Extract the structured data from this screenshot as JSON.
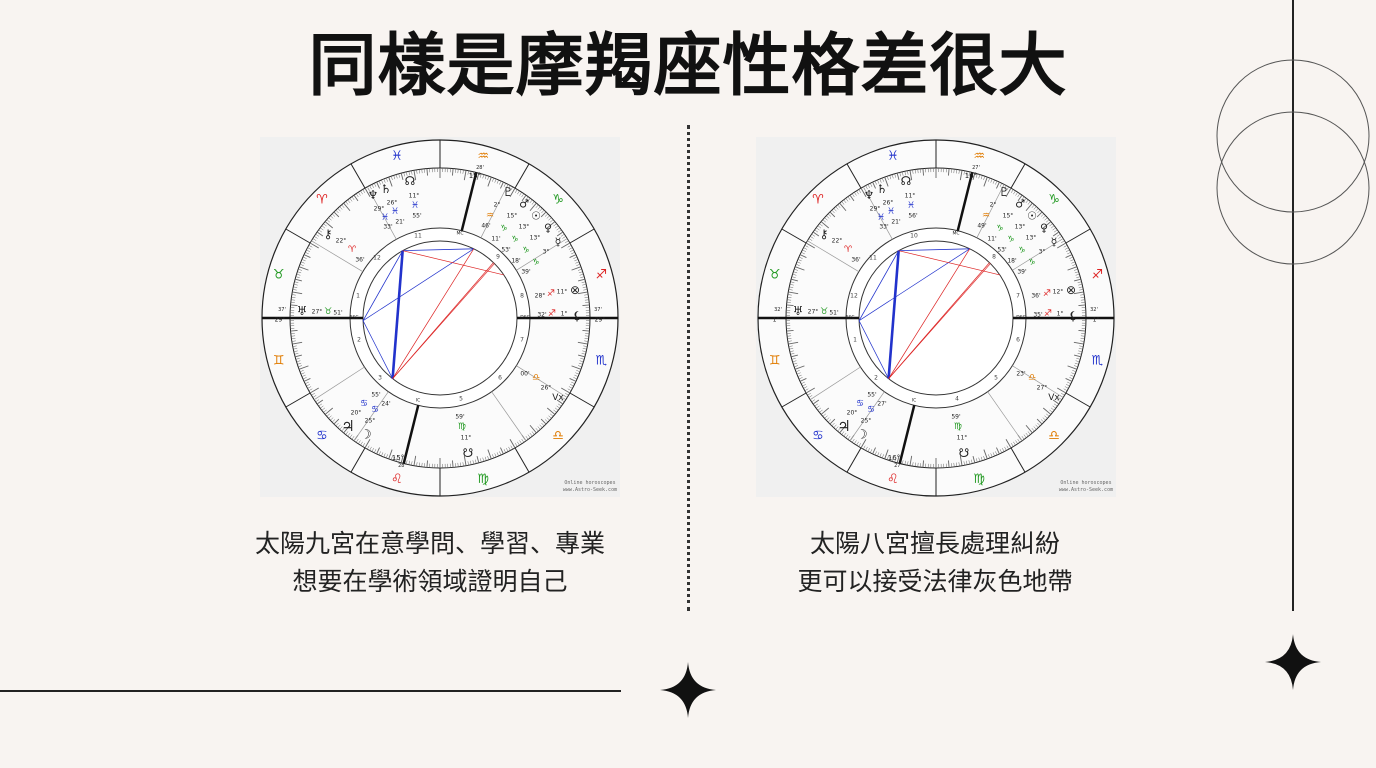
{
  "title": "同樣是摩羯座性格差很大",
  "colors": {
    "background": "#f8f4f1",
    "b": "#2233cc",
    "r": "#dd2222",
    "g": "#229922",
    "o": "#e07b00",
    "k": "#222222"
  },
  "zodiac_signs": [
    {
      "glyph": "♈",
      "c": "r"
    },
    {
      "glyph": "♉",
      "c": "g"
    },
    {
      "glyph": "♊",
      "c": "o"
    },
    {
      "glyph": "♋",
      "c": "b"
    },
    {
      "glyph": "♌",
      "c": "r"
    },
    {
      "glyph": "♍",
      "c": "g"
    },
    {
      "glyph": "♎",
      "c": "o"
    },
    {
      "glyph": "♏",
      "c": "b"
    },
    {
      "glyph": "♐",
      "c": "r"
    },
    {
      "glyph": "♑",
      "c": "g"
    },
    {
      "glyph": "♒",
      "c": "o"
    },
    {
      "glyph": "♓",
      "c": "b"
    }
  ],
  "charts": [
    {
      "watermark": [
        "Online horoscopes",
        "www.Astro-Seek.com"
      ],
      "angles": [
        "ASC",
        "DSC",
        "MC",
        "IC"
      ],
      "houses": [
        "11",
        "12",
        "1",
        "2",
        "3",
        "5",
        "6",
        "7",
        "8",
        "9"
      ],
      "labels": [
        {
          "t": "♆",
          "c": "k"
        },
        {
          "t": "♄",
          "c": "k"
        },
        {
          "t": "☊",
          "c": "k"
        },
        {
          "t": "26°",
          "c": "k"
        },
        {
          "t": "11°",
          "c": "k"
        },
        {
          "t": "29°",
          "c": "k"
        },
        {
          "t": "♓",
          "c": "b"
        },
        {
          "t": "♓",
          "c": "b"
        },
        {
          "t": "♓",
          "c": "b"
        },
        {
          "t": "33'",
          "c": "k"
        },
        {
          "t": "21'",
          "c": "k"
        },
        {
          "t": "55'",
          "c": "k"
        },
        {
          "t": "⚷",
          "c": "k"
        },
        {
          "t": "22°",
          "c": "k"
        },
        {
          "t": "♈",
          "c": "r"
        },
        {
          "t": "36'",
          "c": "k"
        },
        {
          "t": "♅",
          "c": "k"
        },
        {
          "t": "27°",
          "c": "k"
        },
        {
          "t": "♉",
          "c": "g"
        },
        {
          "t": "51'",
          "c": "k"
        },
        {
          "t": "29°",
          "c": "k"
        },
        {
          "t": "37'",
          "c": "k"
        },
        {
          "t": "28°",
          "c": "k"
        },
        {
          "t": "♐",
          "c": "r"
        },
        {
          "t": "11°",
          "c": "k"
        },
        {
          "t": "⊗",
          "c": "k"
        },
        {
          "t": "32'",
          "c": "k"
        },
        {
          "t": "♐",
          "c": "r"
        },
        {
          "t": "1°",
          "c": "k"
        },
        {
          "t": "⚸",
          "c": "k"
        },
        {
          "t": "29°",
          "c": "k"
        },
        {
          "t": "37'",
          "c": "k"
        },
        {
          "t": "♇",
          "c": "k"
        },
        {
          "t": "2°",
          "c": "k"
        },
        {
          "t": "♒",
          "c": "o"
        },
        {
          "t": "46'",
          "c": "k"
        },
        {
          "t": "♂",
          "c": "k"
        },
        {
          "t": "☉",
          "c": "k"
        },
        {
          "t": "♀",
          "c": "k"
        },
        {
          "t": "☿",
          "c": "k"
        },
        {
          "t": "15°",
          "c": "k"
        },
        {
          "t": "13°",
          "c": "k"
        },
        {
          "t": "13°",
          "c": "k"
        },
        {
          "t": "3°",
          "c": "k"
        },
        {
          "t": "♑",
          "c": "g"
        },
        {
          "t": "♑",
          "c": "g"
        },
        {
          "t": "♑",
          "c": "g"
        },
        {
          "t": "♑",
          "c": "g"
        },
        {
          "t": "11'",
          "c": "k"
        },
        {
          "t": "53'",
          "c": "k"
        },
        {
          "t": "18'",
          "c": "k"
        },
        {
          "t": "39'",
          "c": "k"
        },
        {
          "t": "15°",
          "c": "k"
        },
        {
          "t": "28'",
          "c": "k"
        },
        {
          "t": "15°",
          "c": "k"
        },
        {
          "t": "28'",
          "c": "k"
        },
        {
          "t": "00'",
          "c": "k"
        },
        {
          "t": "♎",
          "c": "o"
        },
        {
          "t": "26°",
          "c": "k"
        },
        {
          "t": "Vx",
          "c": "k"
        },
        {
          "t": "55'",
          "c": "k"
        },
        {
          "t": "♋",
          "c": "b"
        },
        {
          "t": "24'",
          "c": "k"
        },
        {
          "t": "20°",
          "c": "k"
        },
        {
          "t": "♋",
          "c": "b"
        },
        {
          "t": "25°",
          "c": "k"
        },
        {
          "t": "♃",
          "c": "k"
        },
        {
          "t": "☽",
          "c": "k"
        },
        {
          "t": "59'",
          "c": "k"
        },
        {
          "t": "♍",
          "c": "g"
        },
        {
          "t": "11°",
          "c": "k"
        },
        {
          "t": "☋",
          "c": "k"
        }
      ],
      "caption": [
        "太陽九宮在意學問、學習、專業",
        "想要在學術領域證明自己"
      ]
    },
    {
      "watermark": [
        "Online horoscopes",
        "www.Astro-Seek.com"
      ],
      "angles": [
        "ASC",
        "DSC",
        "MC",
        "IC"
      ],
      "houses": [
        "10",
        "11",
        "12",
        "1",
        "2",
        "4",
        "5",
        "6",
        "7",
        "8"
      ],
      "labels": [
        {
          "t": "♆",
          "c": "k"
        },
        {
          "t": "♄",
          "c": "k"
        },
        {
          "t": "☊",
          "c": "k"
        },
        {
          "t": "26°",
          "c": "k"
        },
        {
          "t": "11°",
          "c": "k"
        },
        {
          "t": "29°",
          "c": "k"
        },
        {
          "t": "♓",
          "c": "b"
        },
        {
          "t": "♓",
          "c": "b"
        },
        {
          "t": "♓",
          "c": "b"
        },
        {
          "t": "33'",
          "c": "k"
        },
        {
          "t": "21'",
          "c": "k"
        },
        {
          "t": "56'",
          "c": "k"
        },
        {
          "t": "⚷",
          "c": "k"
        },
        {
          "t": "22°",
          "c": "k"
        },
        {
          "t": "♈",
          "c": "r"
        },
        {
          "t": "36'",
          "c": "k"
        },
        {
          "t": "♅",
          "c": "k"
        },
        {
          "t": "27°",
          "c": "k"
        },
        {
          "t": "♉",
          "c": "g"
        },
        {
          "t": "51'",
          "c": "k"
        },
        {
          "t": "1°",
          "c": "k"
        },
        {
          "t": "32'",
          "c": "k"
        },
        {
          "t": "36'",
          "c": "k"
        },
        {
          "t": "♐",
          "c": "r"
        },
        {
          "t": "12°",
          "c": "k"
        },
        {
          "t": "⊗",
          "c": "k"
        },
        {
          "t": "35'",
          "c": "k"
        },
        {
          "t": "♐",
          "c": "r"
        },
        {
          "t": "1°",
          "c": "k"
        },
        {
          "t": "⚸",
          "c": "k"
        },
        {
          "t": "1°",
          "c": "k"
        },
        {
          "t": "32'",
          "c": "k"
        },
        {
          "t": "♇",
          "c": "k"
        },
        {
          "t": "2°",
          "c": "k"
        },
        {
          "t": "♒",
          "c": "o"
        },
        {
          "t": "49'",
          "c": "k"
        },
        {
          "t": "♂",
          "c": "k"
        },
        {
          "t": "☉",
          "c": "k"
        },
        {
          "t": "♀",
          "c": "k"
        },
        {
          "t": "☿",
          "c": "k"
        },
        {
          "t": "15°",
          "c": "k"
        },
        {
          "t": "13°",
          "c": "k"
        },
        {
          "t": "13°",
          "c": "k"
        },
        {
          "t": "3°",
          "c": "k"
        },
        {
          "t": "♑",
          "c": "g"
        },
        {
          "t": "♑",
          "c": "g"
        },
        {
          "t": "♑",
          "c": "g"
        },
        {
          "t": "♑",
          "c": "g"
        },
        {
          "t": "11'",
          "c": "k"
        },
        {
          "t": "53'",
          "c": "k"
        },
        {
          "t": "18'",
          "c": "k"
        },
        {
          "t": "39'",
          "c": "k"
        },
        {
          "t": "16°",
          "c": "k"
        },
        {
          "t": "27'",
          "c": "k"
        },
        {
          "t": "16°",
          "c": "k"
        },
        {
          "t": "27'",
          "c": "k"
        },
        {
          "t": "23'",
          "c": "k"
        },
        {
          "t": "♎",
          "c": "o"
        },
        {
          "t": "27°",
          "c": "k"
        },
        {
          "t": "Vx",
          "c": "k"
        },
        {
          "t": "55'",
          "c": "k"
        },
        {
          "t": "♋",
          "c": "b"
        },
        {
          "t": "27'",
          "c": "k"
        },
        {
          "t": "20°",
          "c": "k"
        },
        {
          "t": "♋",
          "c": "b"
        },
        {
          "t": "25°",
          "c": "k"
        },
        {
          "t": "♃",
          "c": "k"
        },
        {
          "t": "☽",
          "c": "k"
        },
        {
          "t": "59'",
          "c": "k"
        },
        {
          "t": "♍",
          "c": "g"
        },
        {
          "t": "11°",
          "c": "k"
        },
        {
          "t": "☋",
          "c": "k"
        }
      ],
      "caption": [
        "太陽八宮擅長處理糾紛",
        "更可以接受法律灰色地帶"
      ]
    }
  ]
}
